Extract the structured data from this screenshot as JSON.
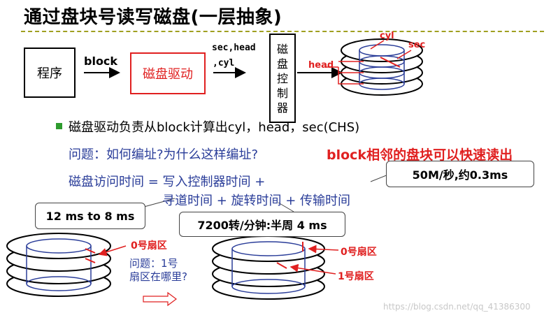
{
  "title": "通过盘块号读写磁盘(一层抽象)",
  "flow": {
    "program": "程序",
    "block_label": "block",
    "driver": "磁盘驱动",
    "params_line1": "sec,head",
    "params_line2": ",cyl",
    "controller_chars": [
      "磁",
      "盘",
      "控",
      "制",
      "器"
    ]
  },
  "disk_labels": {
    "cyl": "cyl",
    "sec": "sec",
    "head": "head"
  },
  "bullet": "磁盘驱动负责从block计算出cyl，head，sec(CHS)",
  "question": "问题：如何编址?为什么这样编址?",
  "fast_read": "block相邻的盘块可以快速读出",
  "access_time": {
    "line1": "磁盘访问时间 =  写入控制器时间 +",
    "line2": "寻道时间 + 旋转时间 + 传输时间"
  },
  "callouts": {
    "speed": "50M/秒,约0.3ms",
    "seek": "12 ms to 8 ms",
    "rotation": "7200转/分钟:半周 4 ms"
  },
  "bottom": {
    "left_sector0": "0号扇区",
    "question_line1": "问题：1号",
    "question_line2": "扇区在哪里?",
    "right_sector0": "0号扇区",
    "right_sector1": "1号扇区"
  },
  "watermark": "https://blog.csdn.net/qq_41386300",
  "colors": {
    "accent_red": "#e02020",
    "navy": "#2a3d99",
    "bullet_green": "#2e9b2e",
    "rule": "#a0a020"
  }
}
